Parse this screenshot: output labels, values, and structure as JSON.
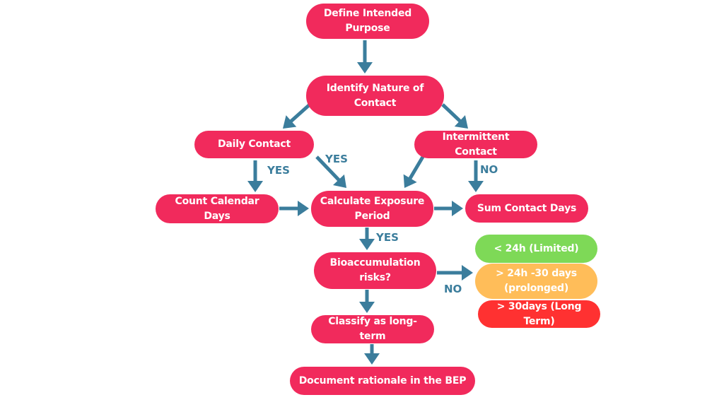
{
  "colors": {
    "node": "#f12a5c",
    "arrow": "#3b7d9c",
    "label": "#3b7d9c",
    "limited": "#7ed957",
    "prolonged": "#ffbd59",
    "long_term": "#ff3131"
  },
  "nodes": {
    "define": "Define Intended\nPurpose",
    "identify": "Identify Nature of\nContact",
    "daily": "Daily Contact",
    "intermittent": "Intermittent Contact",
    "count": "Count Calendar Days",
    "calculate": "Calculate Exposure\nPeriod",
    "sum": "Sum Contact Days",
    "bioaccumulation": "Bioaccumulation\nrisks?",
    "classify": "Classify as long-term",
    "document": "Document rationale in the BEP"
  },
  "categories": {
    "limited": "< 24h (Limited)",
    "prolonged": "> 24h -30 days\n(prolonged)",
    "long_term": "> 30days (Long Term)"
  },
  "edge_labels": {
    "daily_to_count": "YES",
    "daily_to_calculate": "YES",
    "intermittent_to_sum": "NO",
    "calculate_to_bio": "YES",
    "bio_to_categories": "NO"
  }
}
